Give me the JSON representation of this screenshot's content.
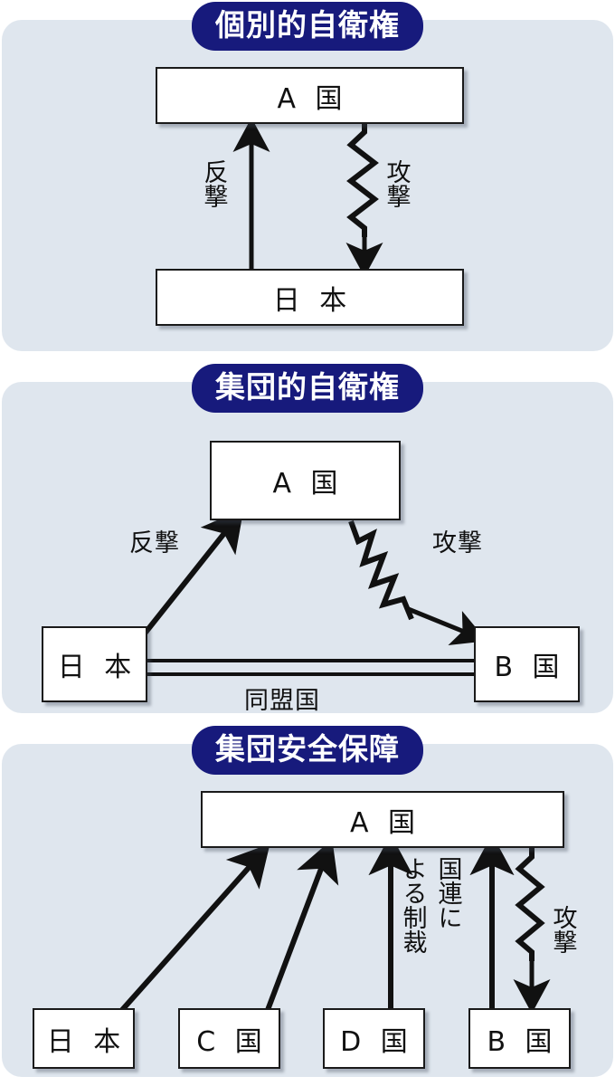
{
  "panels": [
    {
      "id": "individual-self-defense",
      "title": "個別的自衛権",
      "nodes": [
        {
          "name": "country-a",
          "label": "A 国"
        },
        {
          "name": "japan",
          "label": "日 本"
        }
      ],
      "edges": [
        {
          "name": "counterattack",
          "label": "反撃",
          "style": "straight-arrow",
          "from": "japan",
          "to": "country-a"
        },
        {
          "name": "attack",
          "label": "攻撃",
          "style": "zigzag-arrow",
          "from": "country-a",
          "to": "japan"
        }
      ]
    },
    {
      "id": "collective-self-defense",
      "title": "集団的自衛権",
      "nodes": [
        {
          "name": "country-a",
          "label": "A 国"
        },
        {
          "name": "japan",
          "label": "日 本"
        },
        {
          "name": "country-b",
          "label": "B 国"
        }
      ],
      "edges": [
        {
          "name": "counterattack",
          "label": "反撃",
          "style": "straight-arrow",
          "from": "japan",
          "to": "country-a"
        },
        {
          "name": "attack",
          "label": "攻撃",
          "style": "zigzag-arrow",
          "from": "country-a",
          "to": "country-b"
        },
        {
          "name": "alliance",
          "label": "同盟国",
          "style": "double-line",
          "from": "japan",
          "to": "country-b"
        }
      ]
    },
    {
      "id": "collective-security",
      "title": "集団安全保障",
      "nodes": [
        {
          "name": "country-a",
          "label": "A 国"
        },
        {
          "name": "japan",
          "label": "日 本"
        },
        {
          "name": "country-c",
          "label": "C 国"
        },
        {
          "name": "country-d",
          "label": "D 国"
        },
        {
          "name": "country-b",
          "label": "B 国"
        }
      ],
      "edges": [
        {
          "name": "japan-sanction",
          "label": "",
          "style": "straight-arrow",
          "from": "japan",
          "to": "country-a"
        },
        {
          "name": "country-c-sanction",
          "label": "",
          "style": "straight-arrow",
          "from": "country-c",
          "to": "country-a"
        },
        {
          "name": "country-d-sanction",
          "label": "",
          "style": "straight-arrow",
          "from": "country-d",
          "to": "country-a"
        },
        {
          "name": "country-b-sanction",
          "label": "",
          "style": "straight-arrow",
          "from": "country-b",
          "to": "country-a"
        },
        {
          "name": "un-sanctions",
          "label_col_right": "国連に",
          "label_col_left": "よる制裁",
          "style": "vertical-text"
        },
        {
          "name": "attack",
          "label": "攻撃",
          "style": "zigzag-arrow",
          "from": "country-a",
          "to": "country-b"
        }
      ]
    }
  ],
  "colors": {
    "panel_background": "#dfe6ee",
    "badge_background": "#171a7c",
    "badge_text": "#ffffff",
    "node_fill": "#ffffff",
    "node_border": "#1a1a1a",
    "edge_stroke": "#111111"
  }
}
